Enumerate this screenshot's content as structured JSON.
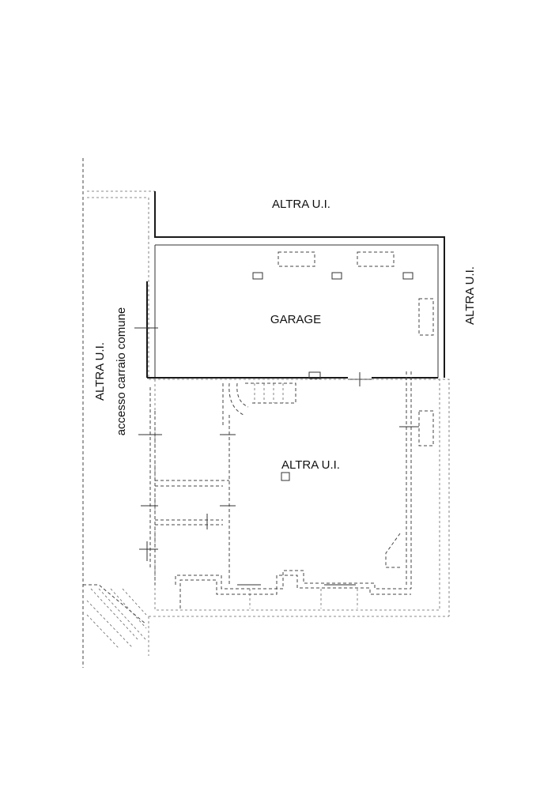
{
  "labels": {
    "top_neighbor": "ALTRA U.I.",
    "right_neighbor": "ALTRA U.I.",
    "left_neighbor": "ALTRA U.I.",
    "driveway": "accesso carraio comune",
    "garage": "GARAGE",
    "lower_unit": "ALTRA U.I."
  },
  "colors": {
    "lines": "#1a1a1a",
    "background": "#ffffff"
  }
}
